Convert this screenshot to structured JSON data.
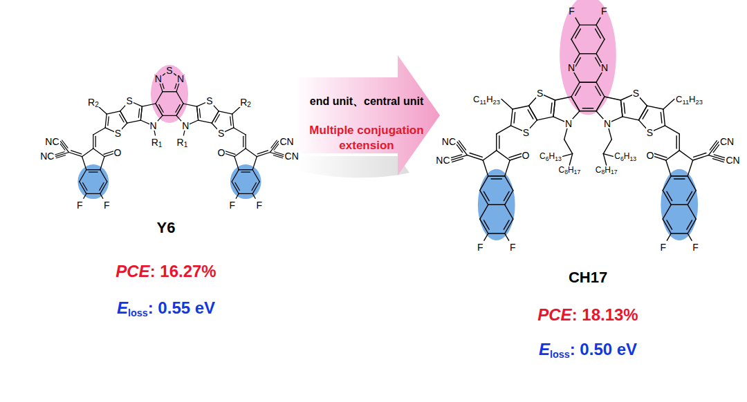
{
  "diagram": {
    "labels": [
      "S",
      "N",
      "N",
      "S",
      "S",
      "R2",
      "R2",
      "S",
      "S",
      "N",
      "N",
      "R1",
      "R1",
      "NC",
      "NC",
      "CN",
      "CN",
      "O",
      "O",
      "F",
      "F",
      "F",
      "F",
      "Y6",
      "PCE: 16.27%",
      "Eloss: 0.55 eV",
      "end unit、central unit",
      "Multiple conjugation extension",
      "F",
      "F",
      "N",
      "N",
      "S",
      "S",
      "C11H23",
      "C11H23",
      "S",
      "S",
      "N",
      "N",
      "C6H13",
      "C6H13",
      "C8H17",
      "C8H17",
      "NC",
      "NC",
      "CN",
      "CN",
      "O",
      "O",
      "F",
      "F",
      "F",
      "F",
      "CH17",
      "PCE: 18.13%",
      "Eloss: 0.50 eV"
    ]
  }
}
